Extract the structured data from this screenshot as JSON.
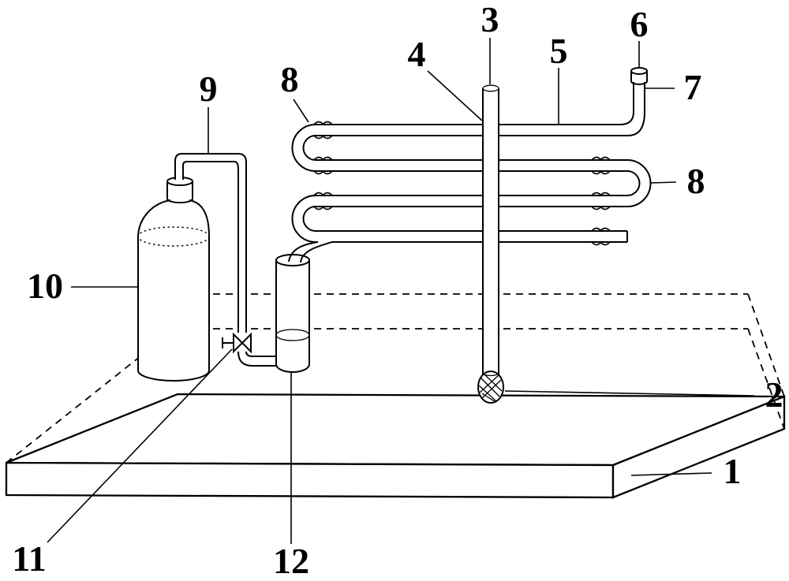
{
  "diagram": {
    "background": "#ffffff",
    "line_color": "#000000",
    "labels": {
      "p1": "1",
      "p2": "2",
      "p3": "3",
      "p4": "4",
      "p5": "5",
      "p6": "6",
      "p7": "7",
      "p8_left": "8",
      "p8_right": "8",
      "p9": "9",
      "p10": "10",
      "p11": "11",
      "p12": "12"
    }
  }
}
